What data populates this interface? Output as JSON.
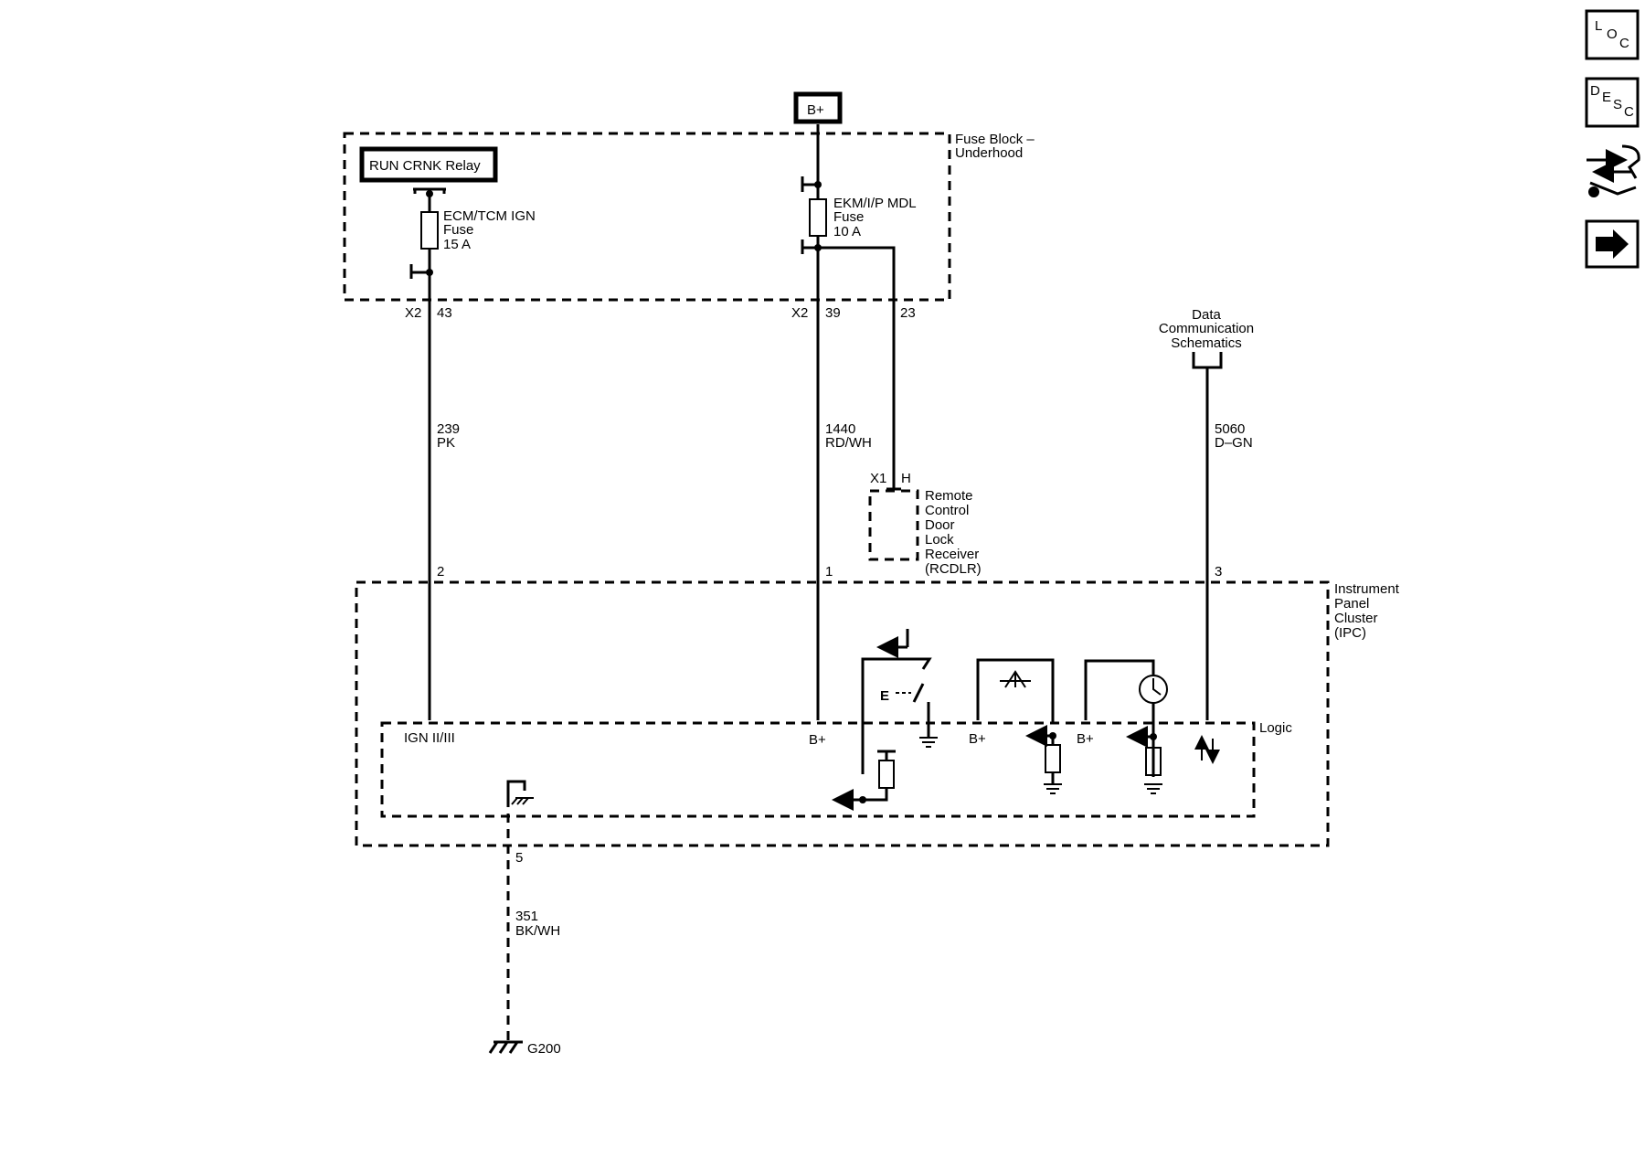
{
  "nav": {
    "loc": {
      "l1": "L",
      "l2": "O",
      "l3": "C"
    },
    "desc": {
      "l1": "D",
      "l2": "E",
      "l3": "S",
      "l4": "C"
    },
    "tool_icon": "connector-wrench-icon",
    "next_icon": "right-arrow-icon"
  },
  "power": {
    "b_plus": "B+"
  },
  "fuse_block": {
    "label_line1": "Fuse Block –",
    "label_line2": "Underhood",
    "relay": "RUN CRNK Relay",
    "fuse1": {
      "line1": "ECM/TCM IGN",
      "line2": "Fuse",
      "line3": "15 A"
    },
    "fuse2": {
      "line1": "EKM/I/P MDL",
      "line2": "Fuse",
      "line3": "10 A"
    },
    "pin1_conn": "X2",
    "pin1": "43",
    "pin2_conn": "X2",
    "pin2": "39",
    "pin3": "23"
  },
  "wires": {
    "w1": {
      "circuit": "239",
      "color": "PK"
    },
    "w2": {
      "circuit": "1440",
      "color": "RD/WH"
    },
    "w3": {
      "circuit": "5060",
      "color": "D–GN"
    },
    "w4": {
      "circuit": "351",
      "color": "BK/WH"
    }
  },
  "data_comm": {
    "line1": "Data",
    "line2": "Communication",
    "line3": "Schematics"
  },
  "rcdlr": {
    "conn": "X1",
    "pin": "H",
    "line1": "Remote",
    "line2": "Control",
    "line3": "Door",
    "line4": "Lock",
    "line5": "Receiver",
    "line6": "(RCDLR)"
  },
  "ipc": {
    "label_line1": "Instrument",
    "label_line2": "Panel",
    "label_line3": "Cluster",
    "label_line4": "(IPC)",
    "pin_ign": "2",
    "pin_bplus": "1",
    "pin_data": "3",
    "pin_gnd": "5",
    "logic": "Logic",
    "ign": "IGN II/III",
    "bplus1": "B+",
    "bplus2": "B+",
    "bplus3": "B+"
  },
  "ground": {
    "label": "G200"
  }
}
